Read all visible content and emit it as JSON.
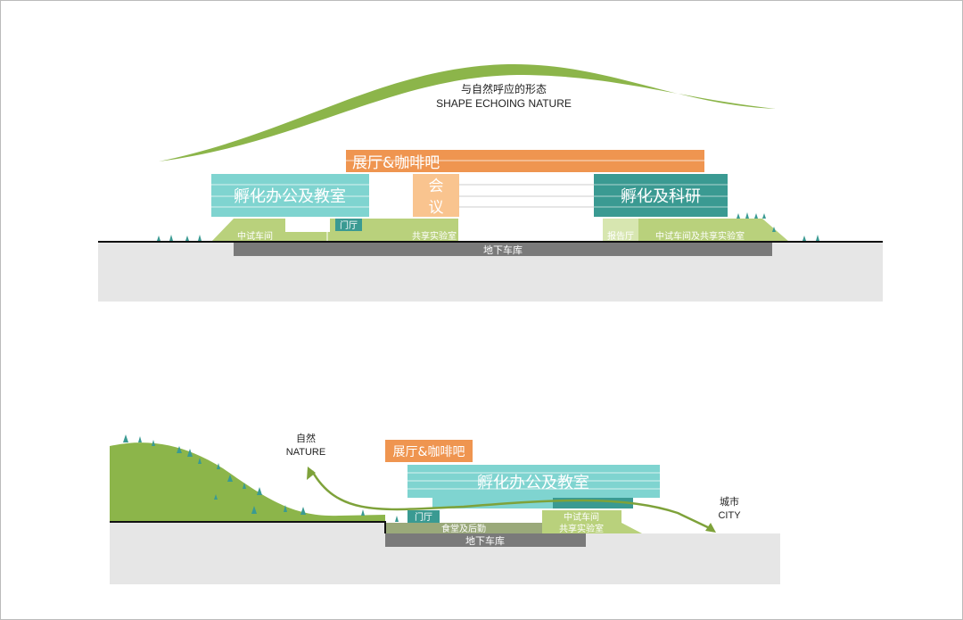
{
  "colors": {
    "orange": "#ef9550",
    "light_orange": "#f9c48f",
    "cyan": "#7fd4d0",
    "teal": "#3a9a92",
    "green": "#8cb54a",
    "light_green": "#b9d17c",
    "ground": "#e6e6e6",
    "garage": "#7a7a7a",
    "curve": "#7ea23a"
  },
  "top": {
    "title_cn": "与自然呼应的形态",
    "title_en": "SHAPE ECHOING NATURE",
    "exhibit": "展厅&咖啡吧",
    "office": "孵化办公及教室",
    "meeting_1": "会",
    "meeting_2": "议",
    "research": "孵化及科研",
    "pilot_left": "中试车间",
    "lobby": "门厅",
    "shared_lab": "共享实验室",
    "report_hall": "报告厅",
    "pilot_shared": "中试车间及共享实验室",
    "garage": "地下车库"
  },
  "bottom": {
    "nature_cn": "自然",
    "nature_en": "NATURE",
    "city_cn": "城市",
    "city_en": "CITY",
    "exhibit": "展厅&咖啡吧",
    "office": "孵化办公及教室",
    "lobby": "门厅",
    "canteen": "食堂及后勤",
    "pilot": "中试车间",
    "shared_lab": "共享实验室",
    "garage": "地下车库"
  }
}
